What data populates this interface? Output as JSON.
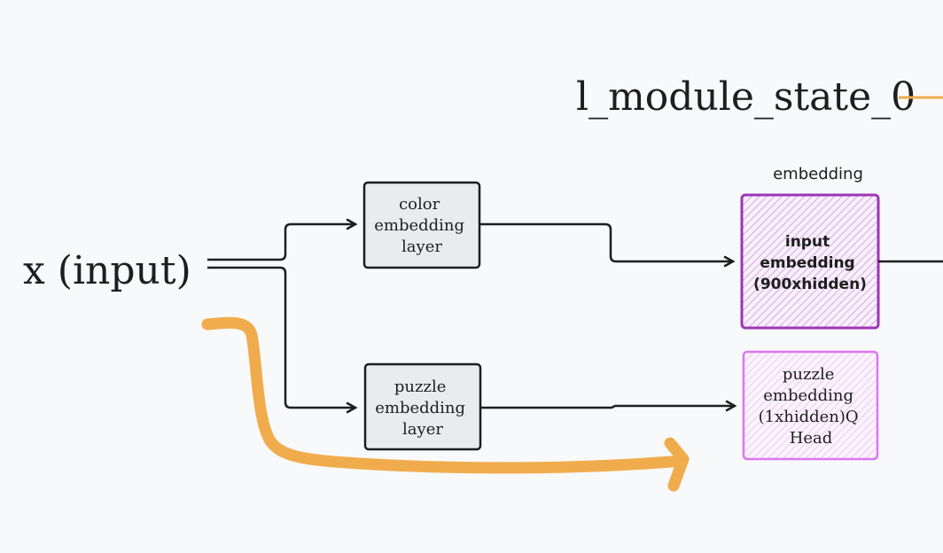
{
  "diagram": {
    "module_title": "l_module_state_0",
    "input_label": "x (input)",
    "embedding_group_label": "embedding",
    "nodes": {
      "color_embedding_layer": [
        "color",
        "embedding",
        "layer"
      ],
      "puzzle_embedding_layer": [
        "puzzle",
        "embedding",
        "layer"
      ],
      "input_embedding": [
        "input",
        "embedding",
        "(900xhidden)"
      ],
      "puzzle_embedding": [
        "puzzle",
        "embedding",
        "(1xhidden)Q",
        "Head"
      ]
    },
    "colors": {
      "stroke": "#1e1e1e",
      "layer_fill": "#e9ecef",
      "input_embedding_stroke": "#9c36b5",
      "input_embedding_fill": "#eebefa",
      "puzzle_embedding_stroke": "#da77f2",
      "puzzle_embedding_fill": "#f3d9fa",
      "annotation": "#f0ac4c",
      "background": "#f8f9fa"
    }
  }
}
